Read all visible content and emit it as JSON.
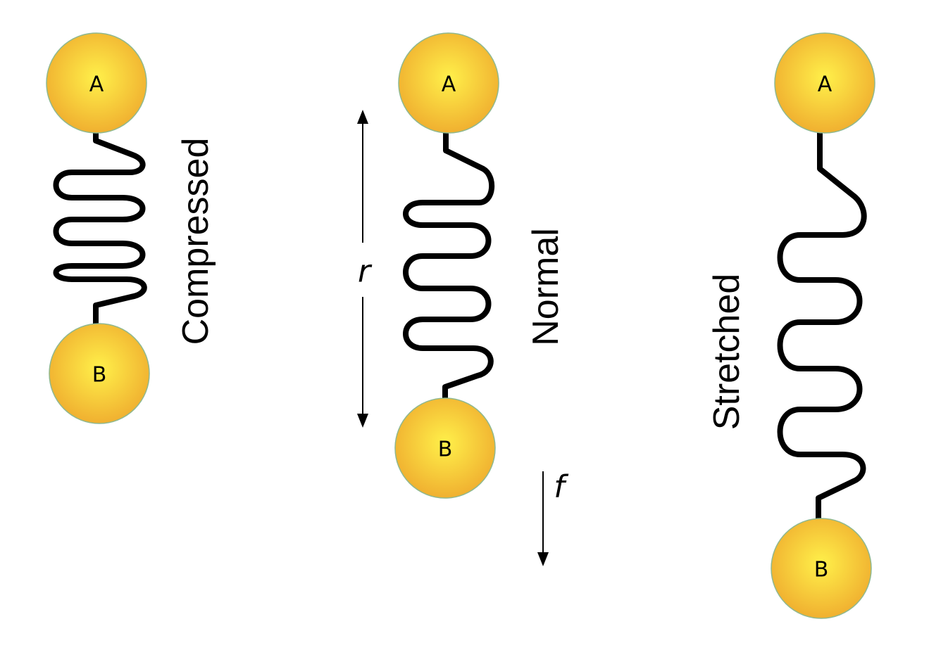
{
  "diagram": {
    "ball_gradient": {
      "center": "#fff04a",
      "edge": "#f0b030",
      "outline": "#8fb88f"
    },
    "springs": [
      {
        "state_label": "Compressed",
        "top_ball_label": "A",
        "bottom_ball_label": "B"
      },
      {
        "state_label": "Normal",
        "top_ball_label": "A",
        "bottom_ball_label": "B",
        "distance_label": "r",
        "force_label": "f"
      },
      {
        "state_label": "Stretched",
        "top_ball_label": "A",
        "bottom_ball_label": "B"
      }
    ]
  }
}
